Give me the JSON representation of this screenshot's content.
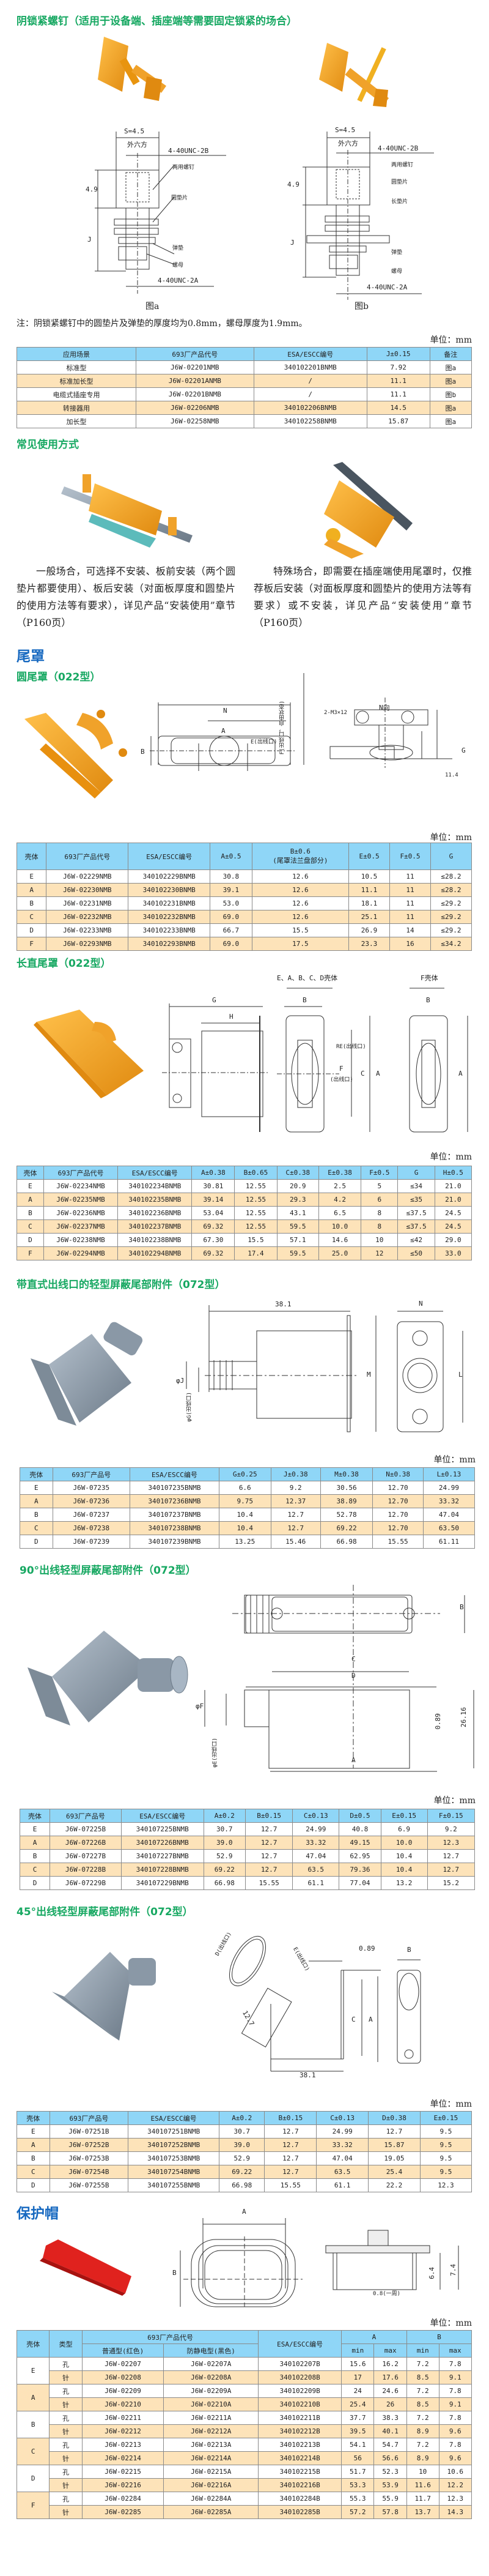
{
  "colors": {
    "green_heading": "#17a862",
    "blue_heading": "#1769c0",
    "table_header": "#8fd6f7",
    "table_alt_row": "#fde3b9",
    "orange_part": "#f2a020",
    "gray_part": "#8a98a6",
    "red_part": "#e0221e"
  },
  "lock_screw": {
    "title": "阴锁紧螺钉（适用于设备端、插座端等需要固定锁紧的场合）",
    "fig_a": {
      "s": "S=4.5",
      "hex": "外六方",
      "thread_top": "4-40UNC-2B",
      "screw": "两用螺钉",
      "height": "4.9",
      "washer": "圆垫片",
      "j": "J",
      "spring": "弹垫",
      "nut": "螺母",
      "thread_bottom": "4-40UNC-2A",
      "caption": "图a"
    },
    "fig_b": {
      "s": "S=4.5",
      "hex": "外六方",
      "thread_top": "4-40UNC-2B",
      "screw": "两用螺钉",
      "height": "4.9",
      "washer": "圆垫片",
      "long_washer": "长垫片",
      "j": "J",
      "spring": "弹垫",
      "nut": "螺母",
      "thread_bottom": "4-40UNC-2A",
      "caption": "图b"
    },
    "note": "注：阴锁紧螺钉中的圆垫片及弹垫的厚度均为0.8mm，螺母厚度为1.9mm。",
    "unit": "单位：mm",
    "table": {
      "headers": [
        "应用场景",
        "693厂产品代号",
        "ESA/ESCC编号",
        "J±0.15",
        "备注"
      ],
      "rows": [
        [
          "标准型",
          "J6W-02201NMB",
          "340102201BNMB",
          "7.92",
          "图a"
        ],
        [
          "标准加长型",
          "J6W-02201ANMB",
          "/",
          "11.1",
          "图a"
        ],
        [
          "电缆式插座专用",
          "J6W-02201BNMB",
          "/",
          "11.1",
          "图b"
        ],
        [
          "转接器用",
          "J6W-02206NMB",
          "340102206BNMB",
          "14.5",
          "图a"
        ],
        [
          "加长型",
          "J6W-02258NMB",
          "340102258BNMB",
          "15.87",
          "图a"
        ]
      ]
    }
  },
  "usage": {
    "title": "常见使用方式",
    "left_text": "一般场合，可选择不安装、板前安装（两个圆垫片都要使用）、板后安装（对面板厚度和圆垫片的使用方法等有要求），详见产品“安装使用”章节（P160页）",
    "right_text": "特殊场合，即需要在插座端使用尾罩时，仅推荐板后安装（对面板厚度和圆垫片的使用方法等有要求）或不安装，详见产品“安装使用”章节（P160页）"
  },
  "tail_cover": {
    "title": "尾罩"
  },
  "round_tail": {
    "title": "圆尾罩（022型）",
    "labels": {
      "n": "N",
      "a": "A",
      "e": "E(出线口)",
      "f": "F(出线口，自由状态)",
      "b": "B",
      "n_view": "N向",
      "screw": "2-M3×12",
      "g": "G",
      "dim": "11.4"
    },
    "unit": "单位：mm",
    "table": {
      "headers": [
        "壳体",
        "693厂产品代号",
        "ESA/ESCC编号",
        "A±0.5",
        "B±0.6",
        "E±0.5",
        "F±0.5",
        "G"
      ],
      "header_sub": "(尾罩法兰盘部分)",
      "rows": [
        [
          "E",
          "J6W-02229NMB",
          "340102229BNMB",
          "30.8",
          "12.6",
          "10.5",
          "11",
          "≤28.2"
        ],
        [
          "A",
          "J6W-02230NMB",
          "340102230BNMB",
          "39.1",
          "12.6",
          "11.1",
          "11",
          "≤28.2"
        ],
        [
          "B",
          "J6W-02231NMB",
          "340102231BNMB",
          "53.0",
          "12.6",
          "18.1",
          "11",
          "≤29.2"
        ],
        [
          "C",
          "J6W-02232NMB",
          "340102232BNMB",
          "69.0",
          "12.6",
          "25.1",
          "11",
          "≤29.2"
        ],
        [
          "D",
          "J6W-02233NMB",
          "340102233BNMB",
          "66.7",
          "15.5",
          "26.9",
          "14",
          "≤29.2"
        ],
        [
          "F",
          "J6W-02293NMB",
          "340102293BNMB",
          "69.0",
          "17.5",
          "23.3",
          "16",
          "≤34.2"
        ]
      ]
    }
  },
  "long_tail": {
    "title": "长直尾罩（022型）",
    "labels": {
      "shells": "E、A、B、C、D壳体",
      "f_shell": "F壳体",
      "g": "G",
      "h": "H",
      "b1": "B",
      "b2": "B",
      "re": "RE(出线口)",
      "f": "F",
      "f_sub": "(出线口)",
      "c": "C",
      "a1": "A",
      "a2": "A"
    },
    "unit": "单位：mm",
    "table": {
      "headers": [
        "壳体",
        "693厂产品代号",
        "ESA/ESCC编号",
        "A±0.38",
        "B±0.65",
        "C±0.38",
        "E±0.38",
        "F±0.5",
        "G",
        "H±0.5"
      ],
      "rows": [
        [
          "E",
          "J6W-02234NMB",
          "340102234BNMB",
          "30.81",
          "12.55",
          "20.9",
          "2.5",
          "5",
          "≤34",
          "21.0"
        ],
        [
          "A",
          "J6W-02235NMB",
          "340102235BNMB",
          "39.14",
          "12.55",
          "29.3",
          "4.2",
          "6",
          "≤35",
          "21.0"
        ],
        [
          "B",
          "J6W-02236NMB",
          "340102236BNMB",
          "53.04",
          "12.55",
          "43.1",
          "6.5",
          "8",
          "≤37.5",
          "24.5"
        ],
        [
          "C",
          "J6W-02237NMB",
          "340102237BNMB",
          "69.32",
          "12.55",
          "59.5",
          "10.0",
          "8",
          "≤37.5",
          "24.5"
        ],
        [
          "D",
          "J6W-02238NMB",
          "340102238BNMB",
          "67.30",
          "15.5",
          "57.1",
          "14.6",
          "10",
          "≤42",
          "29.0"
        ],
        [
          "F",
          "J6W-02294NMB",
          "340102294BNMB",
          "69.32",
          "17.4",
          "59.5",
          "25.0",
          "12",
          "≤50",
          "33.0"
        ]
      ]
    }
  },
  "straight_shield": {
    "title": "带直式出线口的轻型屏蔽尾部附件（072型）",
    "labels": {
      "len": "38.1",
      "j": "φJ",
      "g": "φG(出线口)",
      "m": "M",
      "n": "N",
      "l": "L"
    },
    "unit": "单位：mm",
    "table": {
      "headers": [
        "壳体",
        "693厂产品号",
        "ESA/ESCC编号",
        "G±0.25",
        "J±0.38",
        "M±0.38",
        "N±0.38",
        "L±0.13"
      ],
      "rows": [
        [
          "E",
          "J6W-07235",
          "340107235BNMB",
          "6.6",
          "9.2",
          "30.56",
          "12.70",
          "24.99"
        ],
        [
          "A",
          "J6W-07236",
          "340107236BNMB",
          "9.75",
          "12.37",
          "38.89",
          "12.70",
          "33.32"
        ],
        [
          "B",
          "J6W-07237",
          "340107237BNMB",
          "10.4",
          "12.7",
          "52.78",
          "12.70",
          "47.04"
        ],
        [
          "C",
          "J6W-07238",
          "340107238BNMB",
          "10.4",
          "12.7",
          "69.22",
          "12.70",
          "63.50"
        ],
        [
          "D",
          "J6W-07239",
          "340107239BNMB",
          "13.25",
          "15.46",
          "66.98",
          "15.55",
          "61.11"
        ]
      ]
    }
  },
  "angle90_shield": {
    "title": "90°出线轻型屏蔽尾部附件（072型）",
    "labels": {
      "b": "B",
      "c": "C",
      "d": "D",
      "f": "φF",
      "e": "φE(出线口)",
      "t": "0.89",
      "h": "26.16",
      "a": "A"
    },
    "unit": "单位：mm",
    "table": {
      "headers": [
        "壳体",
        "693厂产品号",
        "ESA/ESCC编号",
        "A±0.2",
        "B±0.15",
        "C±0.13",
        "D±0.5",
        "E±0.15",
        "F±0.15"
      ],
      "rows": [
        [
          "E",
          "J6W-07225B",
          "340107225BNMB",
          "30.7",
          "12.7",
          "24.99",
          "40.8",
          "6.9",
          "9.2"
        ],
        [
          "A",
          "J6W-07226B",
          "340107226BNMB",
          "39.0",
          "12.7",
          "33.32",
          "49.15",
          "10.0",
          "12.3"
        ],
        [
          "B",
          "J6W-07227B",
          "340107227BNMB",
          "52.9",
          "12.7",
          "47.04",
          "62.95",
          "10.4",
          "12.7"
        ],
        [
          "C",
          "J6W-07228B",
          "340107228BNMB",
          "69.22",
          "12.7",
          "63.5",
          "79.36",
          "10.4",
          "12.7"
        ],
        [
          "D",
          "J6W-07229B",
          "340107229BNMB",
          "66.98",
          "15.55",
          "61.1",
          "77.04",
          "13.2",
          "15.2"
        ]
      ]
    }
  },
  "angle45_shield": {
    "title": "45°出线轻型屏蔽尾部附件（072型）",
    "labels": {
      "d": "D(出线口)",
      "e": "E(出线口)",
      "t": "0.89",
      "b": "B",
      "w": "12.7",
      "c": "C",
      "a": "A",
      "len": "38.1"
    },
    "unit": "单位：mm",
    "table": {
      "headers": [
        "壳体",
        "693厂产品号",
        "ESA/ESCC编号",
        "A±0.2",
        "B±0.15",
        "C±0.13",
        "D±0.38",
        "E±0.15"
      ],
      "rows": [
        [
          "E",
          "J6W-07251B",
          "340107251BNMB",
          "30.7",
          "12.7",
          "24.99",
          "12.7",
          "9.5"
        ],
        [
          "A",
          "J6W-07252B",
          "340107252BNMB",
          "39.0",
          "12.7",
          "33.32",
          "15.87",
          "9.5"
        ],
        [
          "B",
          "J6W-07253B",
          "340107253BNMB",
          "52.9",
          "12.7",
          "47.04",
          "19.05",
          "9.5"
        ],
        [
          "C",
          "J6W-07254B",
          "340107254BNMB",
          "69.22",
          "12.7",
          "63.5",
          "25.4",
          "9.5"
        ],
        [
          "D",
          "J6W-07255B",
          "340107255BNMB",
          "66.98",
          "15.55",
          "61.1",
          "22.2",
          "12.3"
        ]
      ]
    }
  },
  "protective_cap": {
    "title": "保护帽",
    "labels": {
      "a": "A",
      "b": "B",
      "h1": "6.4",
      "h2": "7.4",
      "wall": "0.8(一周)"
    },
    "unit": "单位：mm",
    "table": {
      "h_shell": "壳体",
      "h_type": "类型",
      "h_code": "693厂产品代号",
      "h_normal": "普通型(红色)",
      "h_antistatic": "防静电型(黑色)",
      "h_esa": "ESA/ESCC编号",
      "h_a": "A",
      "h_b": "B",
      "h_min": "min",
      "h_max": "max",
      "groups": [
        {
          "shell": "E",
          "rows": [
            [
              "孔",
              "J6W-02207",
              "J6W-02207A",
              "340102207B",
              "15.6",
              "16.2",
              "7.2",
              "7.8"
            ],
            [
              "针",
              "J6W-02208",
              "J6W-02208A",
              "340102208B",
              "17",
              "17.6",
              "8.5",
              "9.1"
            ]
          ]
        },
        {
          "shell": "A",
          "rows": [
            [
              "孔",
              "J6W-02209",
              "J6W-02209A",
              "340102209B",
              "24",
              "24.6",
              "7.2",
              "7.8"
            ],
            [
              "针",
              "J6W-02210",
              "J6W-02210A",
              "340102210B",
              "25.4",
              "26",
              "8.5",
              "9.1"
            ]
          ]
        },
        {
          "shell": "B",
          "rows": [
            [
              "孔",
              "J6W-02211",
              "J6W-02211A",
              "340102211B",
              "37.7",
              "38.3",
              "7.2",
              "7.8"
            ],
            [
              "针",
              "J6W-02212",
              "J6W-02212A",
              "340102212B",
              "39.5",
              "40.1",
              "8.9",
              "9.6"
            ]
          ]
        },
        {
          "shell": "C",
          "rows": [
            [
              "孔",
              "J6W-02213",
              "J6W-02213A",
              "340102213B",
              "54.1",
              "54.7",
              "7.2",
              "7.8"
            ],
            [
              "针",
              "J6W-02214",
              "J6W-02214A",
              "340102214B",
              "56",
              "56.6",
              "8.9",
              "9.6"
            ]
          ]
        },
        {
          "shell": "D",
          "rows": [
            [
              "孔",
              "J6W-02215",
              "J6W-02215A",
              "340102215B",
              "51.7",
              "52.3",
              "10",
              "10.6"
            ],
            [
              "针",
              "J6W-02216",
              "J6W-02216A",
              "340102216B",
              "53.3",
              "53.9",
              "11.6",
              "12.2"
            ]
          ]
        },
        {
          "shell": "F",
          "rows": [
            [
              "孔",
              "J6W-02284",
              "J6W-02284A",
              "340102284B",
              "55.3",
              "55.9",
              "11.7",
              "12.3"
            ],
            [
              "针",
              "J6W-02285",
              "J6W-02285A",
              "340102285B",
              "57.2",
              "57.8",
              "13.7",
              "14.3"
            ]
          ]
        }
      ]
    }
  }
}
